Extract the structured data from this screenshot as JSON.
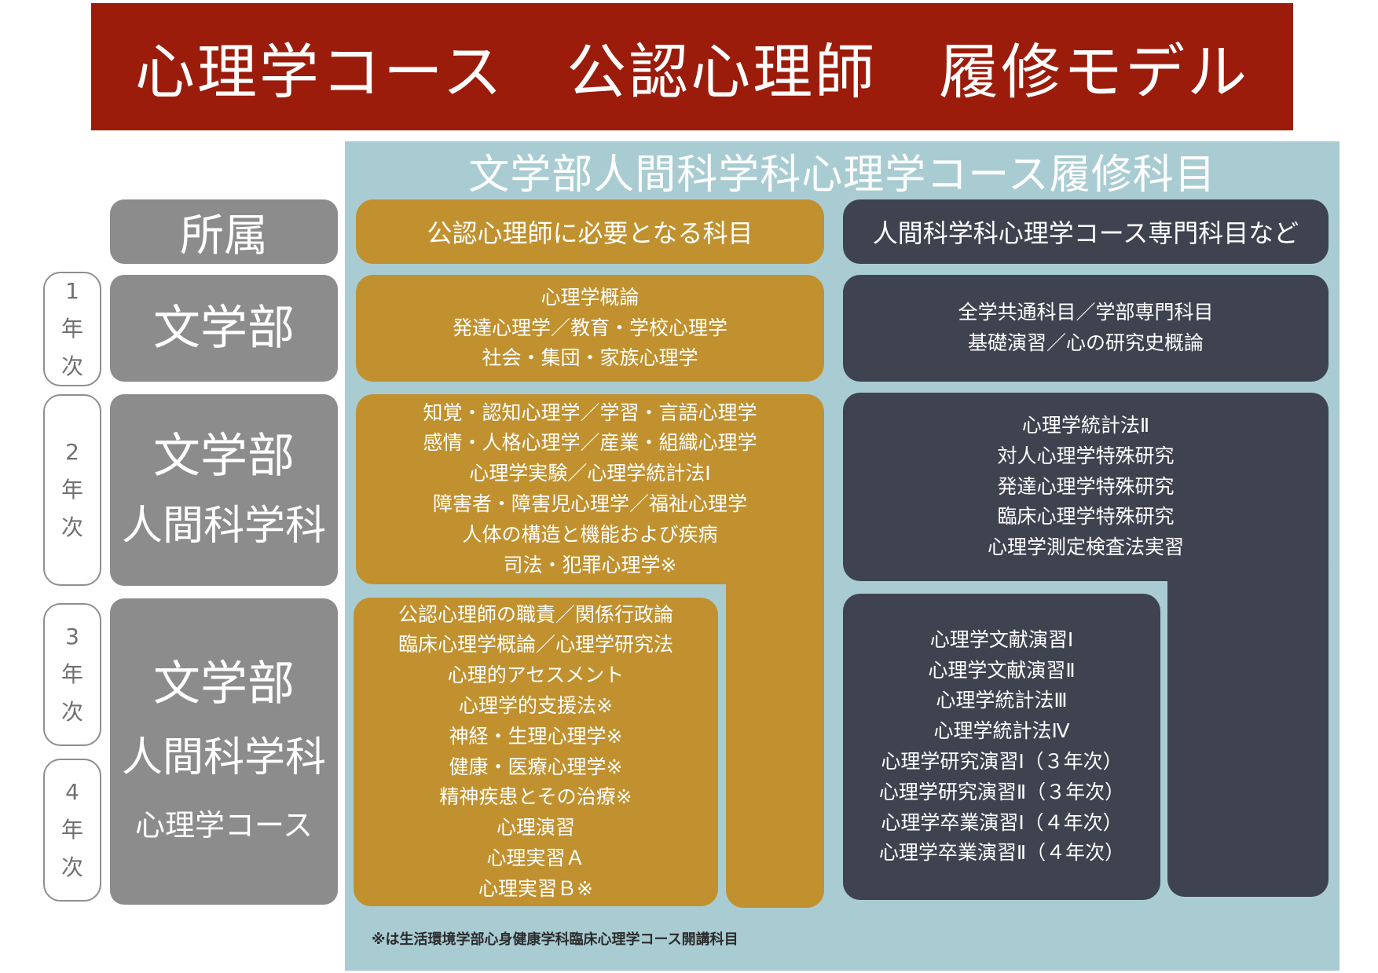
{
  "title": "心理学コース　公認心理師　履修モデル",
  "panel_title": "文学部人間科学科心理学コース履修科目",
  "headers": {
    "affiliation": "所属",
    "required": "公認心理師に必要となる科目",
    "specialized": "人間科学科心理学コース専門科目など"
  },
  "years": {
    "y1": [
      "1",
      "年",
      "次"
    ],
    "y2": [
      "2",
      "年",
      "次"
    ],
    "y3": [
      "3",
      "年",
      "次"
    ],
    "y4": [
      "4",
      "年",
      "次"
    ]
  },
  "affiliations": {
    "year1": [
      "文学部"
    ],
    "year2": [
      "文学部",
      "人間科学科"
    ],
    "year34": [
      "文学部",
      "人間科学科",
      "心理学コース"
    ]
  },
  "required_subjects": {
    "year1": [
      "心理学概論",
      "発達心理学／教育・学校心理学",
      "社会・集団・家族心理学"
    ],
    "year2": [
      "知覚・認知心理学／学習・言語心理学",
      "感情・人格心理学／産業・組織心理学",
      "心理学実験／心理学統計法Ⅰ",
      "障害者・障害児心理学／福祉心理学",
      "人体の構造と機能および疾病",
      "司法・犯罪心理学※"
    ],
    "year34": [
      "公認心理師の職責／関係行政論",
      "臨床心理学概論／心理学研究法",
      "心理的アセスメント",
      "心理学的支援法※",
      "神経・生理心理学※",
      "健康・医療心理学※",
      "精神疾患とその治療※",
      "心理演習",
      "心理実習Ａ",
      "心理実習Ｂ※"
    ]
  },
  "specialized_subjects": {
    "year1": [
      "全学共通科目／学部専門科目",
      "基礎演習／心の研究史概論"
    ],
    "year2": [
      "心理学統計法Ⅱ",
      "対人心理学特殊研究",
      "発達心理学特殊研究",
      "臨床心理学特殊研究",
      "心理学測定検査法実習"
    ],
    "year34": [
      "心理学文献演習Ⅰ",
      "心理学文献演習Ⅱ",
      "心理学統計法Ⅲ",
      "心理学統計法Ⅳ",
      "心理学研究演習Ⅰ（３年次）",
      "心理学研究演習Ⅱ（３年次）",
      "心理学卒業演習Ⅰ（４年次）",
      "心理学卒業演習Ⅱ（４年次）"
    ]
  },
  "footnote": "※は生活環境学部心身健康学科臨床心理学コース開講科目",
  "colors": {
    "title_bg": "#9b1c0b",
    "panel_bg": "#a9ccd3",
    "affiliation": "#8c8c8c",
    "required": "#c1912f",
    "specialized": "#3f4350"
  }
}
